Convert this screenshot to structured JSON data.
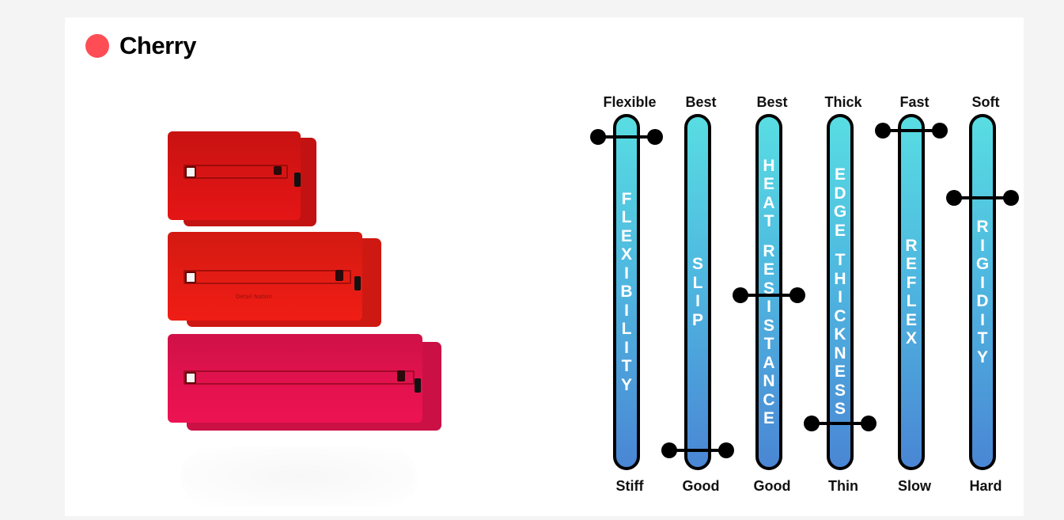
{
  "product": {
    "name": "Cherry",
    "color_dot": "#ff4d55"
  },
  "illustration": {
    "watermark": "Detail Nation",
    "colors": {
      "small": "#d91414",
      "medium": "#e41c14",
      "large": "#e2124e"
    }
  },
  "gauges": [
    {
      "id": "flexibility",
      "label": "FLEXIBILITY",
      "top": "Flexible",
      "bottom": "Stiff",
      "level": 0.96
    },
    {
      "id": "slip",
      "label": "SLIP",
      "top": "Best",
      "bottom": "Good",
      "level": 0.03
    },
    {
      "id": "heat-resistance",
      "label": "HEAT RESISTANCE",
      "top": "Best",
      "bottom": "Good",
      "level": 0.49
    },
    {
      "id": "edge-thickness",
      "label": "EDGE THICKNESS",
      "top": "Thick",
      "bottom": "Thin",
      "level": 0.11
    },
    {
      "id": "reflex",
      "label": "REFLEX",
      "top": "Fast",
      "bottom": "Slow",
      "level": 0.98
    },
    {
      "id": "rigidity",
      "label": "RIGIDITY",
      "top": "Soft",
      "bottom": "Hard",
      "level": 0.78
    }
  ]
}
